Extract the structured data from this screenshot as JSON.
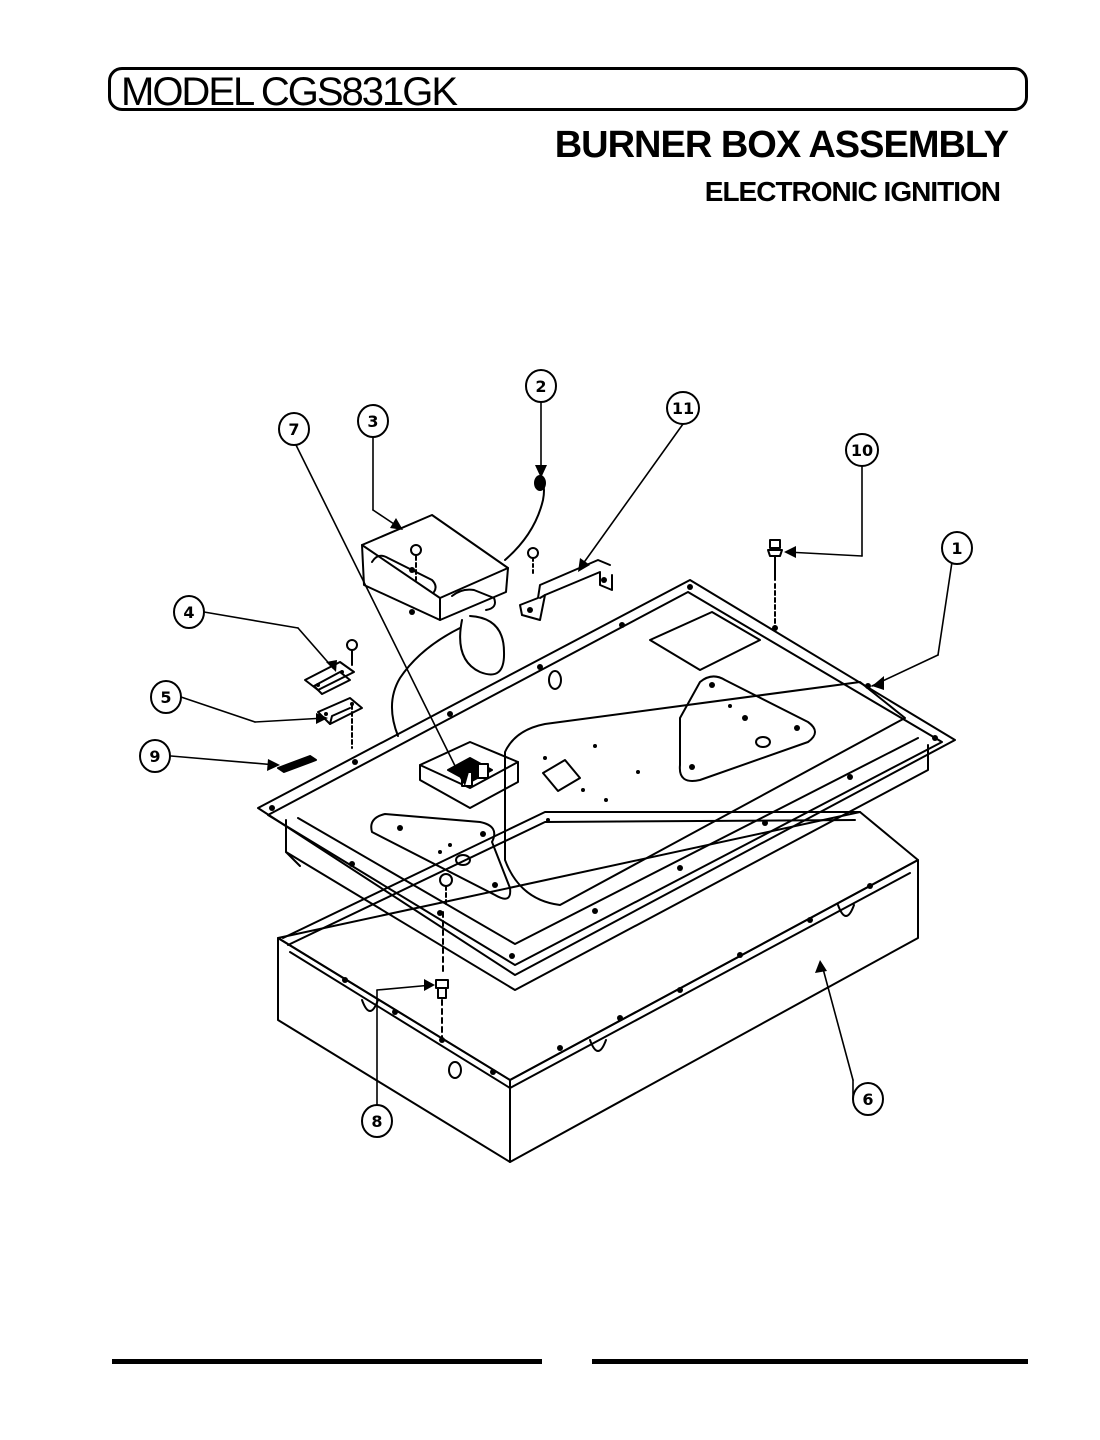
{
  "header": {
    "model": "MODEL CGS831GK",
    "title": "BURNER BOX ASSEMBLY",
    "subtitle": "ELECTRONIC IGNITION"
  },
  "callouts": [
    {
      "id": "1",
      "label": "1"
    },
    {
      "id": "2",
      "label": "2"
    },
    {
      "id": "3",
      "label": "3"
    },
    {
      "id": "4",
      "label": "4"
    },
    {
      "id": "5",
      "label": "5"
    },
    {
      "id": "6",
      "label": "6"
    },
    {
      "id": "7",
      "label": "7"
    },
    {
      "id": "8",
      "label": "8"
    },
    {
      "id": "9",
      "label": "9"
    },
    {
      "id": "10",
      "label": "10"
    },
    {
      "id": "11",
      "label": "11"
    }
  ]
}
